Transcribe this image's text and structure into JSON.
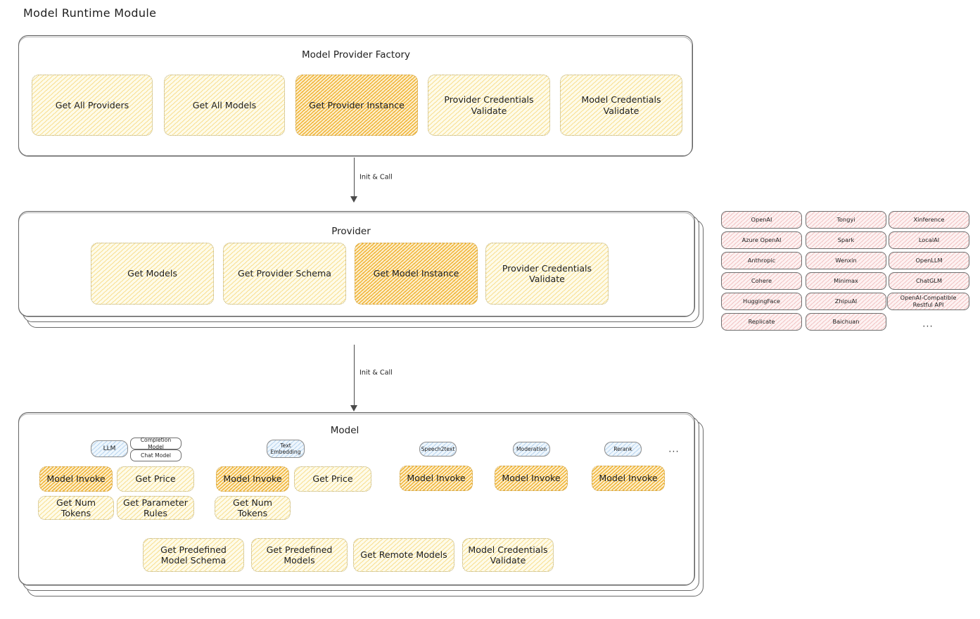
{
  "page": {
    "title": "Model Runtime Module",
    "colors": {
      "accent_amber": "#f0b22f",
      "pale_yellow": "#fefbe9",
      "light_blue": "#eef6fd",
      "light_pink": "#fdf2f2",
      "stroke": "#1e1e1e"
    }
  },
  "factory": {
    "title": "Model Provider Factory",
    "nodes": [
      {
        "label": "Get All Providers",
        "highlighted": false
      },
      {
        "label": "Get All Models",
        "highlighted": false
      },
      {
        "label": "Get Provider Instance",
        "highlighted": true
      },
      {
        "label": "Provider Credentials Validate",
        "highlighted": false
      },
      {
        "label": "Model Credentials Validate",
        "highlighted": false
      }
    ]
  },
  "arrows": [
    {
      "label": "Init & Call",
      "from": "Model Provider Factory",
      "to": "Provider"
    },
    {
      "label": "Init & Call",
      "from": "Provider",
      "to": "Model"
    }
  ],
  "provider": {
    "title": "Provider",
    "nodes": [
      {
        "label": "Get Models",
        "highlighted": false
      },
      {
        "label": "Get Provider Schema",
        "highlighted": false
      },
      {
        "label": "Get Model Instance",
        "highlighted": true
      },
      {
        "label": "Provider Credentials Validate",
        "highlighted": false
      }
    ]
  },
  "provider_list": {
    "columns": [
      {
        "items": [
          "OpenAI",
          "Azure OpenAI",
          "Anthropic",
          "Cohere",
          "HuggingFace",
          "Replicate"
        ]
      },
      {
        "items": [
          "Tongyi",
          "Spark",
          "Wenxin",
          "Minimax",
          "ZhipuAI",
          "Baichuan"
        ]
      },
      {
        "items": [
          "Xinference",
          "LocalAI",
          "OpenLLM",
          "ChatGLM",
          "OpenAI-Compatible Restful API"
        ]
      }
    ],
    "more": "..."
  },
  "model": {
    "title": "Model",
    "more": "...",
    "types": [
      {
        "tag": "LLM",
        "subtags": [
          "Completion Model",
          "Chat Model"
        ],
        "nodes": [
          {
            "label": "Model Invoke",
            "highlighted": true
          },
          {
            "label": "Get Price",
            "highlighted": false
          },
          {
            "label": "Get Num Tokens",
            "highlighted": false
          },
          {
            "label": "Get Parameter Rules",
            "highlighted": false
          }
        ]
      },
      {
        "tag": "Text Embedding",
        "subtags": [],
        "nodes": [
          {
            "label": "Model Invoke",
            "highlighted": true
          },
          {
            "label": "Get Price",
            "highlighted": false
          },
          {
            "label": "Get Num Tokens",
            "highlighted": false
          }
        ]
      },
      {
        "tag": "Speech2text",
        "subtags": [],
        "nodes": [
          {
            "label": "Model Invoke",
            "highlighted": true
          }
        ]
      },
      {
        "tag": "Moderation",
        "subtags": [],
        "nodes": [
          {
            "label": "Model Invoke",
            "highlighted": true
          }
        ]
      },
      {
        "tag": "Rerank",
        "subtags": [],
        "nodes": [
          {
            "label": "Model Invoke",
            "highlighted": true
          }
        ]
      }
    ],
    "common_nodes": [
      {
        "label": "Get Predefined Model Schema"
      },
      {
        "label": "Get Predefined Models"
      },
      {
        "label": "Get Remote Models"
      },
      {
        "label": "Model Credentials Validate"
      }
    ]
  }
}
